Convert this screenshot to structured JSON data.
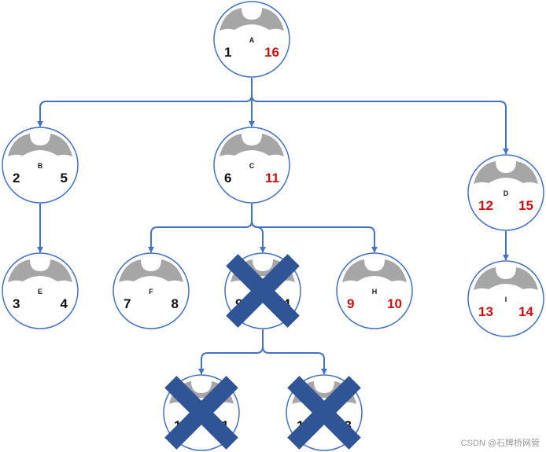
{
  "colors": {
    "edge": "#4472c4",
    "node_border": "#4472c4",
    "avatar": "#a6a6a6",
    "cross": "#2f5597",
    "black_number": "#111111",
    "red_number": "#cc1111"
  },
  "nodes": [
    {
      "id": "A",
      "start": "1",
      "end": "16",
      "start_color": "black",
      "end_color": "red",
      "crossed": false
    },
    {
      "id": "B",
      "start": "2",
      "end": "5",
      "start_color": "black",
      "end_color": "black",
      "crossed": false
    },
    {
      "id": "C",
      "start": "6",
      "end": "11",
      "start_color": "black",
      "end_color": "red",
      "crossed": false
    },
    {
      "id": "D",
      "start": "12",
      "end": "15",
      "start_color": "red",
      "end_color": "red",
      "crossed": false
    },
    {
      "id": "E",
      "start": "3",
      "end": "4",
      "start_color": "black",
      "end_color": "black",
      "crossed": false
    },
    {
      "id": "F",
      "start": "7",
      "end": "8",
      "start_color": "black",
      "end_color": "black",
      "crossed": false
    },
    {
      "id": "G",
      "start": "9",
      "end": "14",
      "start_color": "black",
      "end_color": "black",
      "crossed": true
    },
    {
      "id": "H",
      "start": "9",
      "end": "10",
      "start_color": "red",
      "end_color": "red",
      "crossed": false
    },
    {
      "id": "I",
      "start": "13",
      "end": "14",
      "start_color": "red",
      "end_color": "red",
      "crossed": false
    },
    {
      "id": "J",
      "start": "10",
      "end": "11",
      "start_color": "black",
      "end_color": "black",
      "crossed": true
    },
    {
      "id": "K",
      "start": "12",
      "end": "13",
      "start_color": "black",
      "end_color": "black",
      "crossed": true
    }
  ],
  "edges": [
    {
      "from": "A",
      "to": "B"
    },
    {
      "from": "A",
      "to": "C"
    },
    {
      "from": "A",
      "to": "D"
    },
    {
      "from": "B",
      "to": "E"
    },
    {
      "from": "C",
      "to": "F"
    },
    {
      "from": "C",
      "to": "G"
    },
    {
      "from": "C",
      "to": "H"
    },
    {
      "from": "D",
      "to": "I"
    },
    {
      "from": "G",
      "to": "J"
    },
    {
      "from": "G",
      "to": "K"
    }
  ],
  "watermark": "CSDN @石牌桥网管"
}
